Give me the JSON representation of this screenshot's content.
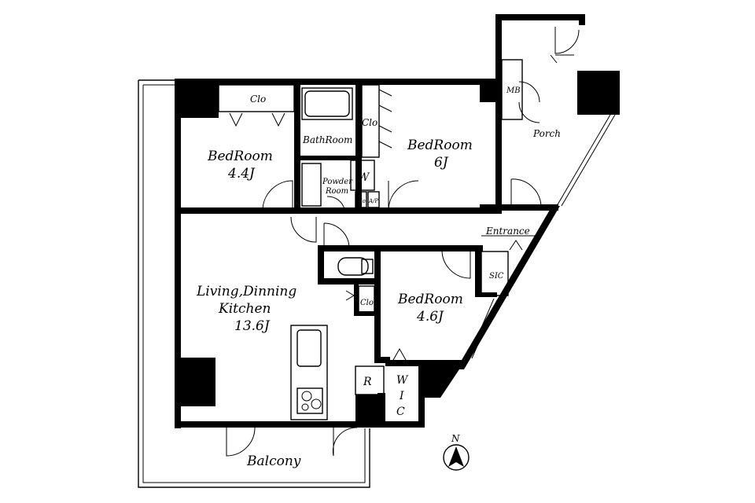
{
  "rooms": {
    "bedroom_a": {
      "name": "BedRoom",
      "size": "4.4J"
    },
    "bedroom_b": {
      "name": "BedRoom",
      "size": "6J"
    },
    "bedroom_c": {
      "name": "BedRoom",
      "size": "4.6J"
    },
    "ldk": {
      "line1": "Living,Dinning",
      "line2": "Kitchen",
      "size": "13.6J"
    },
    "bathroom": "BathRoom",
    "powder_room": {
      "line1": "Powder",
      "line2": "Room"
    },
    "porch": "Porch",
    "entrance": "Entrance",
    "balcony": "Balcony",
    "sic": "SIC",
    "wic": {
      "line1": "W",
      "line2": "I",
      "line3": "C"
    }
  },
  "fixtures": {
    "closet_top": "Clo",
    "closet_bath": "Clo",
    "closet_ldk": "Clo",
    "washer": "W",
    "refrigerator": "R",
    "meter_box": "MB",
    "small_clo_1": "Clo",
    "small_clo_2": "A/P",
    "small_clo_3": "A/P"
  },
  "compass": {
    "label": "N"
  }
}
